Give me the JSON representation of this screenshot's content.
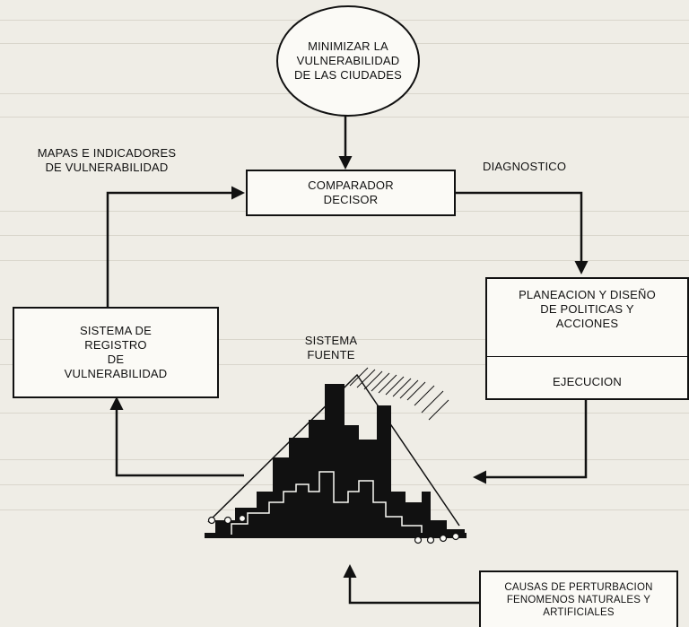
{
  "diagram": {
    "goal": "MINIMIZAR LA\nVULNERABILIDAD\nDE LAS CIUDADES",
    "comparator": "COMPARADOR\nDECISOR",
    "maps_label": "MAPAS E INDICADORES\nDE VULNERABILIDAD",
    "diagnostic_label": "DIAGNOSTICO",
    "planning": "PLANEACION Y DISEÑO\nDE POLITICAS Y\nACCIONES",
    "execution": "EJECUCION",
    "registry": "SISTEMA DE\nREGISTRO\nDE\nVULNERABILIDAD",
    "source_system": "SISTEMA\nFUENTE",
    "causes": "CAUSAS DE PERTURBACION\nFENOMENOS NATURALES Y\nARTIFICIALES"
  }
}
